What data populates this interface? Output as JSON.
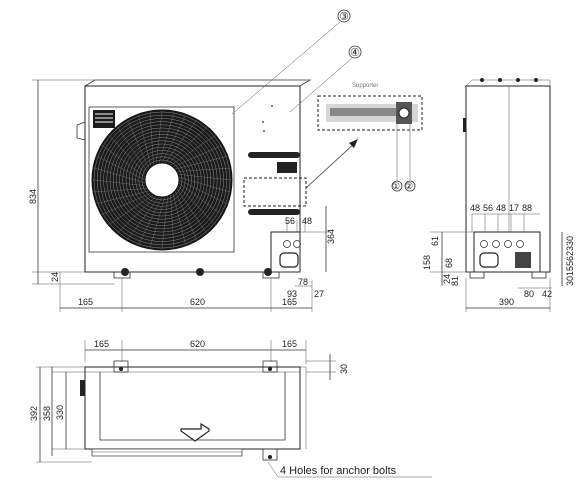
{
  "callouts": {
    "c3": "③",
    "c4": "④",
    "c1": "①",
    "c2": "②"
  },
  "inset_label": "Supporter",
  "front": {
    "height": "834",
    "bottom_offset": "24",
    "w_left": "165",
    "w_center": "620",
    "w_right": "165",
    "d56": "56",
    "d48": "48",
    "d364": "364",
    "d78": "78",
    "d93": "93",
    "d27": "27"
  },
  "side": {
    "top": [
      "48",
      "56",
      "48",
      "17",
      "88"
    ],
    "left": [
      "61",
      "158",
      "68",
      "24",
      "81"
    ],
    "right": [
      "30",
      "23",
      "56",
      "15",
      "30"
    ],
    "d80": "80",
    "d42": "42",
    "width": "390"
  },
  "top_view": {
    "w_left": "165",
    "w_center": "620",
    "w_right": "165",
    "d30": "30",
    "d392": "392",
    "d358": "358",
    "d330": "330",
    "note": "4 Holes for anchor bolts"
  }
}
